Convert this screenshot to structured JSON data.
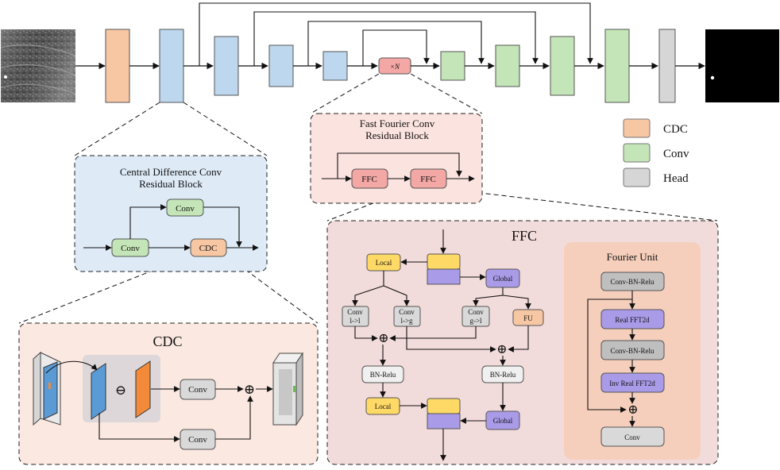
{
  "colors": {
    "cdc": "#f7c6a3",
    "conv": "#c4e5b7",
    "head": "#d6d6d6",
    "encoder": "#bdd7ee",
    "ffc_block": "#f3a8a5",
    "local": "#ffd966",
    "global": "#a99be8",
    "gray_box": "#d9d9d9",
    "panel_blue": "#deebf7",
    "panel_pink": "#fbe3df",
    "panel_ffc": "#f2dcdb",
    "panel_fourier": "#f6cdb8",
    "panel_cdc_inner": "#fbe8e0"
  },
  "pipeline": {
    "repeat_label": "×N"
  },
  "legend": {
    "items": [
      {
        "label": "CDC",
        "color": "#f7c6a3"
      },
      {
        "label": "Conv",
        "color": "#c4e5b7"
      },
      {
        "label": "Head",
        "color": "#d6d6d6"
      }
    ]
  },
  "cdc_block": {
    "title_line1": "Central Difference Conv",
    "title_line2": "Residual Block",
    "conv_top": "Conv",
    "conv_left": "Conv",
    "cdc": "CDC"
  },
  "ffc_block": {
    "title_line1": "Fast Fourier Conv",
    "title_line2": "Residual Block",
    "ffc1": "FFC",
    "ffc2": "FFC"
  },
  "cdc_detail": {
    "title": "CDC",
    "minus": "⊖",
    "conv_top": "Conv",
    "conv_bottom": "Conv",
    "plus": "⊕"
  },
  "ffc_detail": {
    "title": "FFC",
    "local_top": "Local",
    "global_top": "Global",
    "conv_l_l": [
      "Conv",
      "l->l"
    ],
    "conv_l_g": [
      "Conv",
      "l->g"
    ],
    "conv_g_l": [
      "Conv",
      "g->l"
    ],
    "fu": "FU",
    "bn_relu_left": "BN-Relu",
    "bn_relu_right": "BN-Relu",
    "local_bottom": "Local",
    "global_bottom": "Global"
  },
  "fourier_unit": {
    "title": "Fourier Unit",
    "conv_bn_relu_1": "Conv-BN-Relu",
    "real_fft": "Real FFT2d",
    "conv_bn_relu_2": "Conv-BN-Relu",
    "inv_real_fft": "Inv Real FFT2d",
    "conv": "Conv"
  }
}
